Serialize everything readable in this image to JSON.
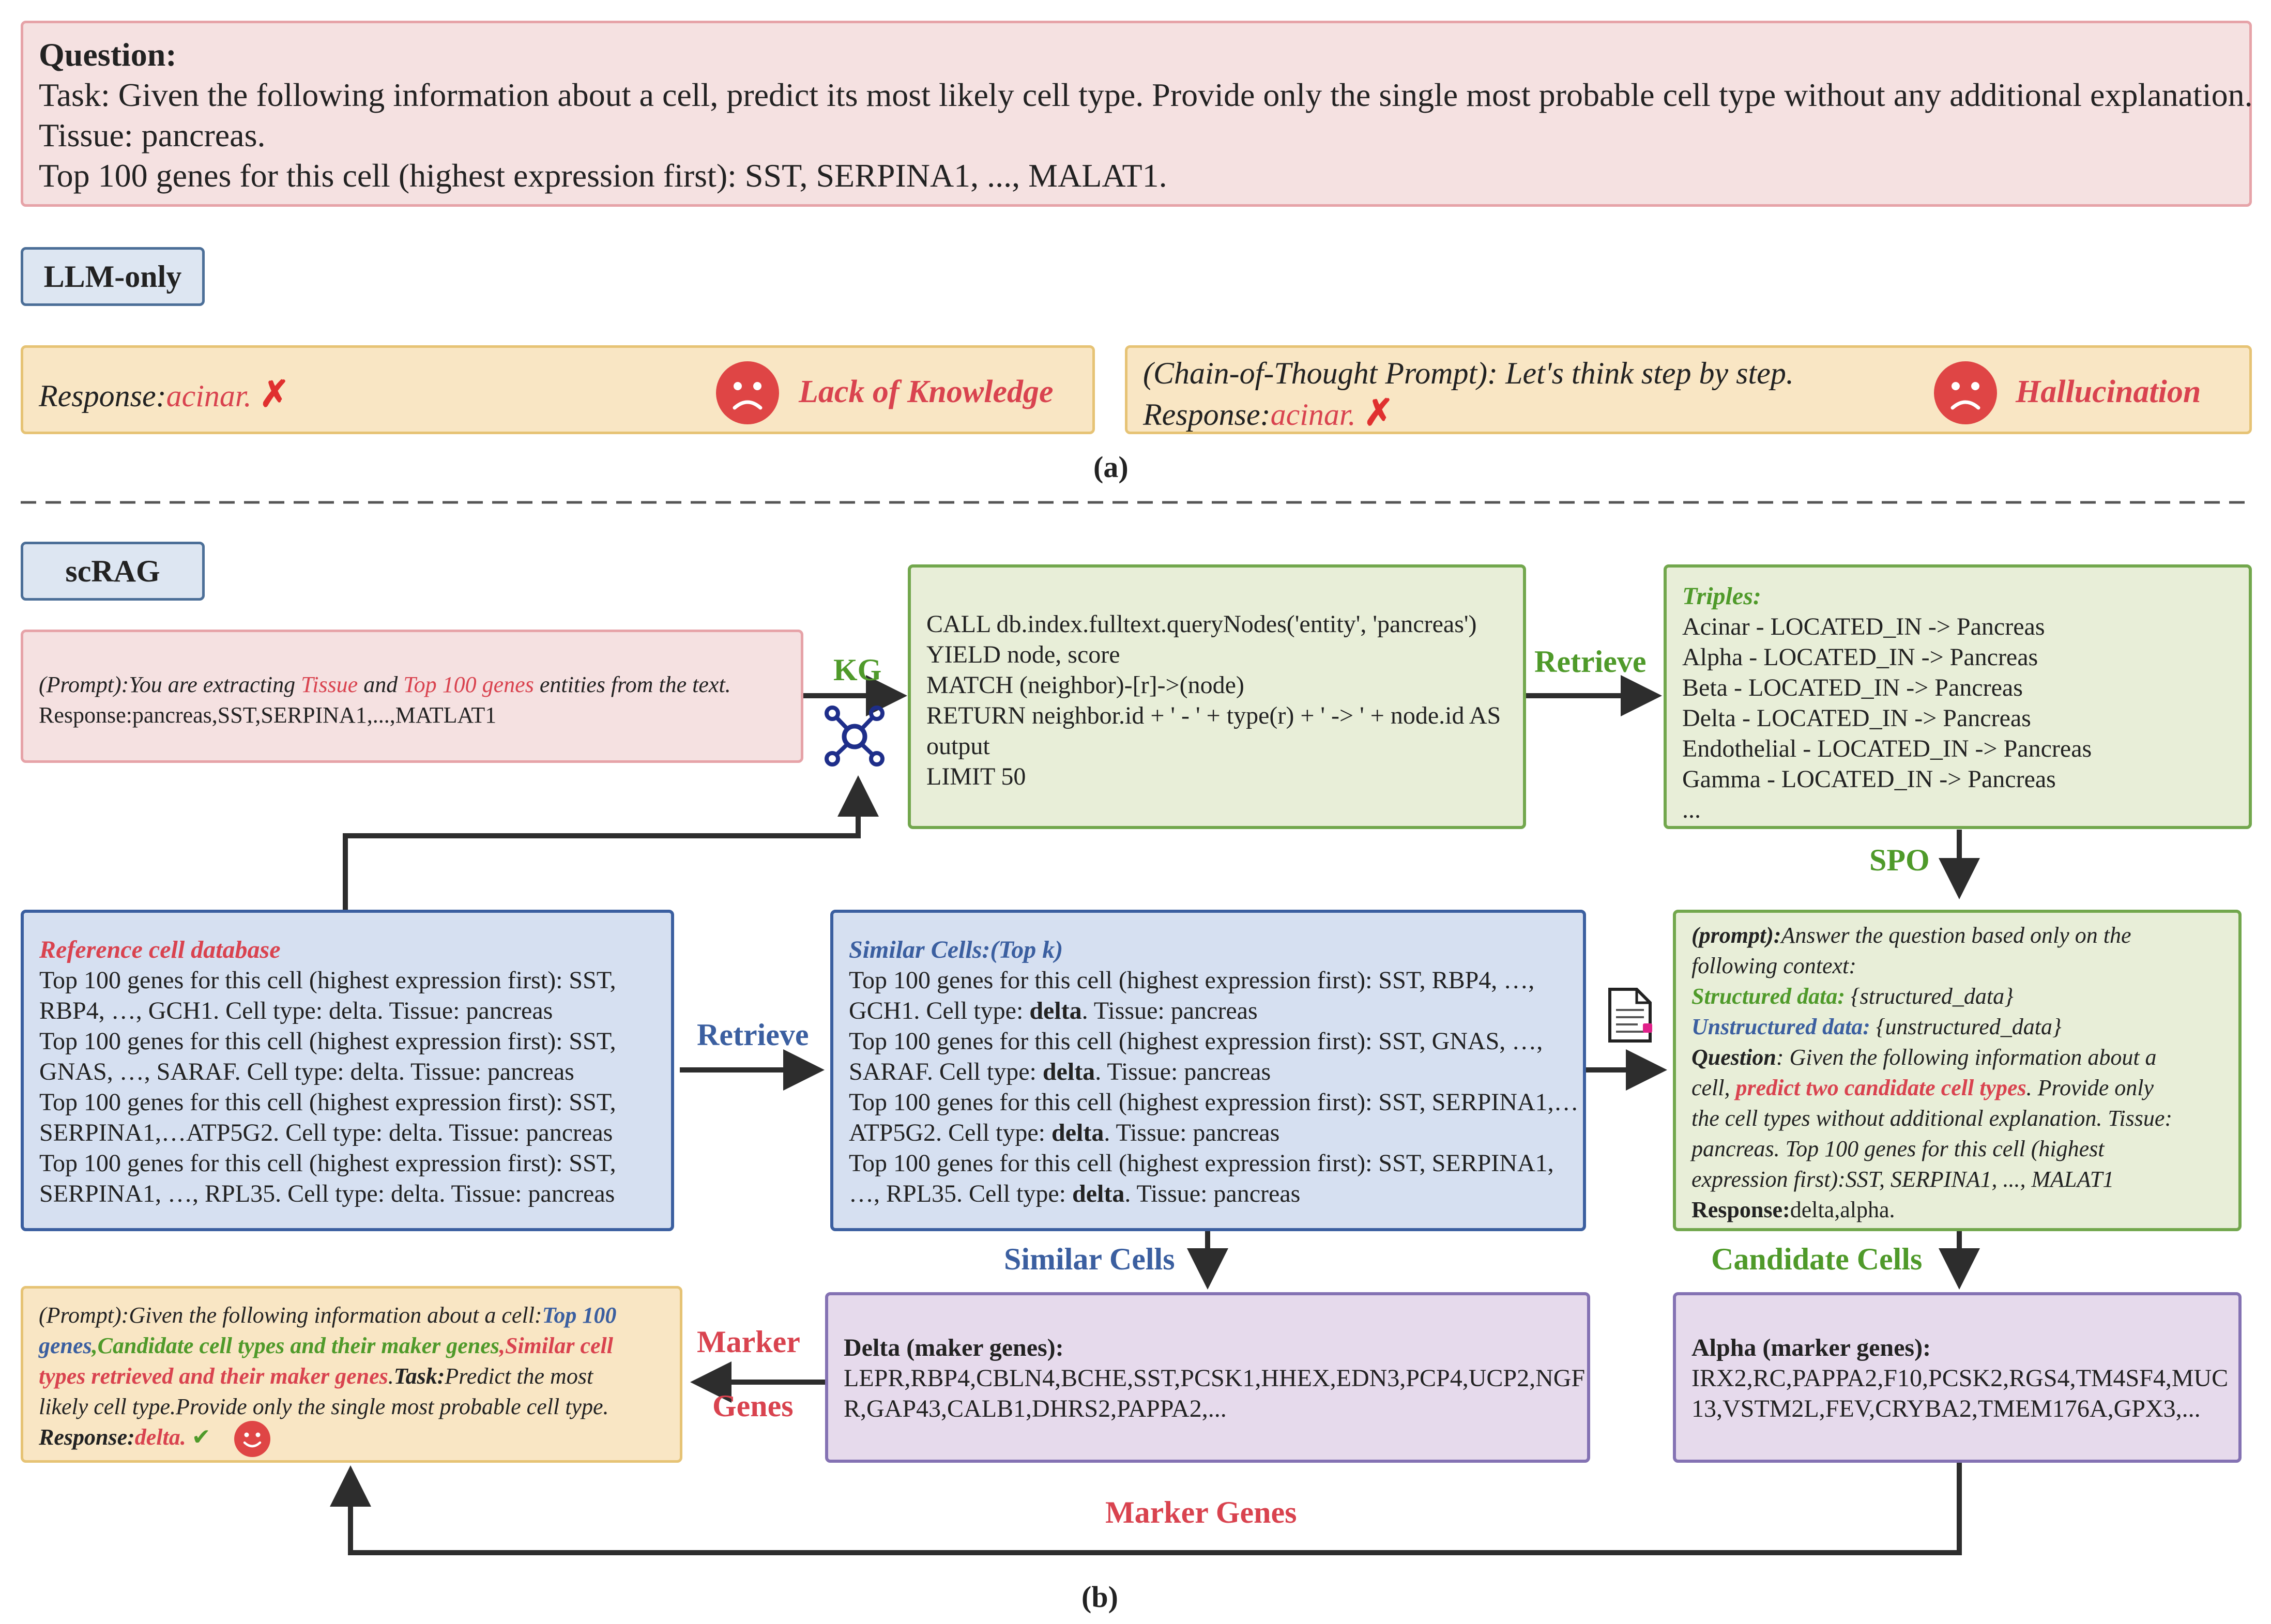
{
  "question": {
    "heading": "Question:",
    "task": "Task: Given the following information about a cell, predict its most likely cell type. Provide only the single most probable cell type without any additional explanation.",
    "tissue": "Tissue: pancreas.",
    "genes": "Top 100 genes for this cell (highest expression first): SST, SERPINA1, ..., MALAT1."
  },
  "llm_only": {
    "tag": "LLM-only",
    "left": {
      "response_label": "Response:",
      "response_value": "acinar.",
      "verdict": "Lack of Knowledge"
    },
    "right": {
      "cot": "(Chain-of-Thought Prompt): Let's think step by step.",
      "response_label": "Response:",
      "response_value": "acinar.",
      "verdict": "Hallucination"
    },
    "caption": "(a)"
  },
  "scrag": {
    "tag": "scRAG",
    "extract": {
      "prompt_prefix": "(Prompt):You are extracting ",
      "tissue": "Tissue",
      "and": " and ",
      "genes": "Top 100 genes",
      "suffix": " entities from the text.",
      "response": "Response:pancreas,SST,SERPINA1,...,MATLAT1"
    },
    "kg_label": "KG",
    "cypher": [
      "CALL db.index.fulltext.queryNodes('entity', 'pancreas')",
      "YIELD node, score",
      "MATCH (neighbor)-[r]->(node)",
      "RETURN neighbor.id + ' - ' + type(r) + ' -> ' + node.id AS",
      "output",
      "LIMIT 50"
    ],
    "retrieve_label": "Retrieve",
    "triples": {
      "title": "Triples:",
      "items": [
        "Acinar - LOCATED_IN -> Pancreas",
        "Alpha - LOCATED_IN -> Pancreas",
        "Beta - LOCATED_IN -> Pancreas",
        "Delta - LOCATED_IN -> Pancreas",
        "Endothelial - LOCATED_IN -> Pancreas",
        "Gamma - LOCATED_IN -> Pancreas",
        "..."
      ]
    },
    "spo_label": "SPO",
    "reference_db": {
      "title": "Reference cell database",
      "lines": [
        "Top 100 genes for this cell (highest expression first): SST,",
        "RBP4, …, GCH1. Cell type: delta. Tissue: pancreas",
        "Top 100 genes for this cell (highest expression first): SST,",
        "GNAS, …, SARAF. Cell type: delta. Tissue: pancreas",
        "Top 100 genes for this cell (highest expression first): SST,",
        "SERPINA1,…ATP5G2. Cell type: delta. Tissue: pancreas",
        "Top 100 genes for this cell (highest expression first): SST,",
        "SERPINA1, …, RPL35. Cell type: delta. Tissue: pancreas"
      ]
    },
    "retrieve_label_2": "Retrieve",
    "similar": {
      "title": "Similar Cells:(Top k)",
      "celltype_label": "Cell type: ",
      "celltype_value": "delta",
      "tissue_suffix": ". Tissue: pancreas",
      "lines": [
        "Top 100 genes for this cell (highest expression first): SST, RBP4, …,",
        "GCH1.",
        "Top 100 genes for this cell (highest expression first): SST, GNAS, …,",
        "SARAF.",
        "Top 100 genes for this cell (highest expression first): SST, SERPINA1,…",
        "ATP5G2.",
        "Top 100 genes for this cell (highest expression first): SST, SERPINA1,",
        "…, RPL35."
      ]
    },
    "final_prompt": {
      "prompt_label": "(prompt):",
      "prompt_text": "Answer the question based only on the",
      "prompt_text2": "following context:",
      "structured_label": "Structured data:",
      "structured_value": " {structured_data}",
      "unstructured_label": "Unstructured data:",
      "unstructured_value": " {unstructured_data}",
      "question_label": "Question",
      "question_text": ": Given the following information about a",
      "cell_prefix": "cell, ",
      "predict": "predict two candidate cell types",
      "after_predict": ". Provide only",
      "line4": "the cell types without additional explanation. Tissue:",
      "line5": "pancreas. Top 100 genes for this cell (highest",
      "line6": "expression first):SST, SERPINA1, ..., MALAT1",
      "response_label": "Response:",
      "response_value": "delta,alpha."
    },
    "similar_cells_label": "Similar Cells",
    "candidate_cells_label": "Candidate Cells",
    "delta": {
      "title": "Delta (maker genes):",
      "line1": "LEPR,RBP4,CBLN4,BCHE,SST,PCSK1,HHEX,EDN3,PCP4,UCP2,NGF",
      "line2": "R,GAP43,CALB1,DHRS2,PAPPA2,..."
    },
    "alpha": {
      "title": "Alpha (marker genes):",
      "line1": "IRX2,RC,PAPPA2,F10,PCSK2,RGS4,TM4SF4,MUC",
      "line2": "13,VSTM2L,FEV,CRYBA2,TMEM176A,GPX3,..."
    },
    "marker_label_top": "Marker",
    "marker_label_bottom": "Genes",
    "marker_genes_bottom": "Marker Genes",
    "final": {
      "p1": "(Prompt):Given the following information about a cell:",
      "p1b": "Top 100",
      "p2a": "genes",
      "p2b": ",Candidate cell types and their maker genes",
      "p2c": ",Similar cell",
      "p3a": "types retrieved and their maker genes",
      "p3b": ".",
      "p3c": "Task:",
      "p3d": "Predict the most",
      "p4": "likely cell type.Provide only the single most probable cell type.",
      "response_label": "Response:",
      "response_value": "delta.",
      "check": "✔"
    },
    "caption": "(b)"
  }
}
